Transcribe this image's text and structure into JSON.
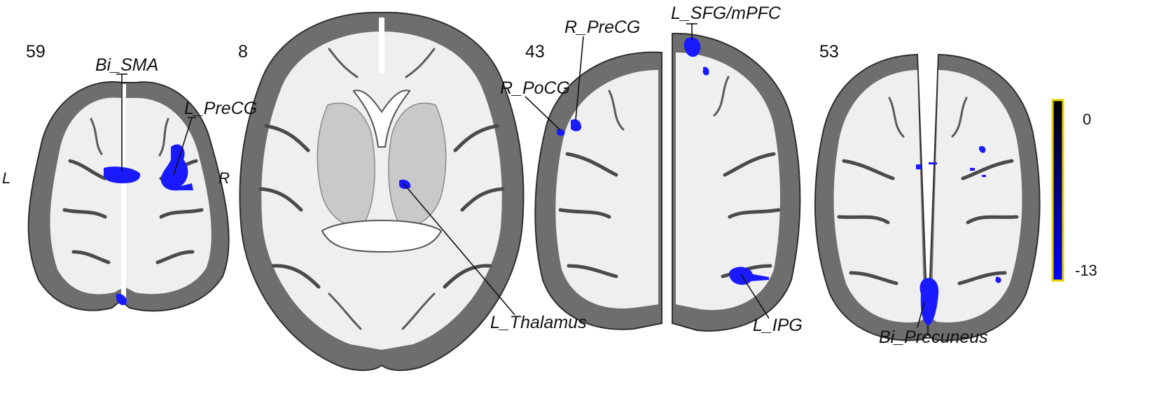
{
  "slices": [
    {
      "number": "59"
    },
    {
      "number": "8"
    },
    {
      "number": "43"
    },
    {
      "number": "53"
    }
  ],
  "orientation": {
    "left": "L",
    "right": "R"
  },
  "regions": [
    "Bi_SMA",
    "L_PreCG",
    "L_Thalamus",
    "R_PreCG",
    "R_PoCG",
    "L_SFG/mPFC",
    "L_IPG",
    "Bi_Precuneus"
  ],
  "colorbar": {
    "max_label": "0",
    "min_label": "-13",
    "colors": [
      "#000000",
      "#0000ff"
    ],
    "border_color": "#e6d200"
  },
  "activation_color": "#1a1aff"
}
